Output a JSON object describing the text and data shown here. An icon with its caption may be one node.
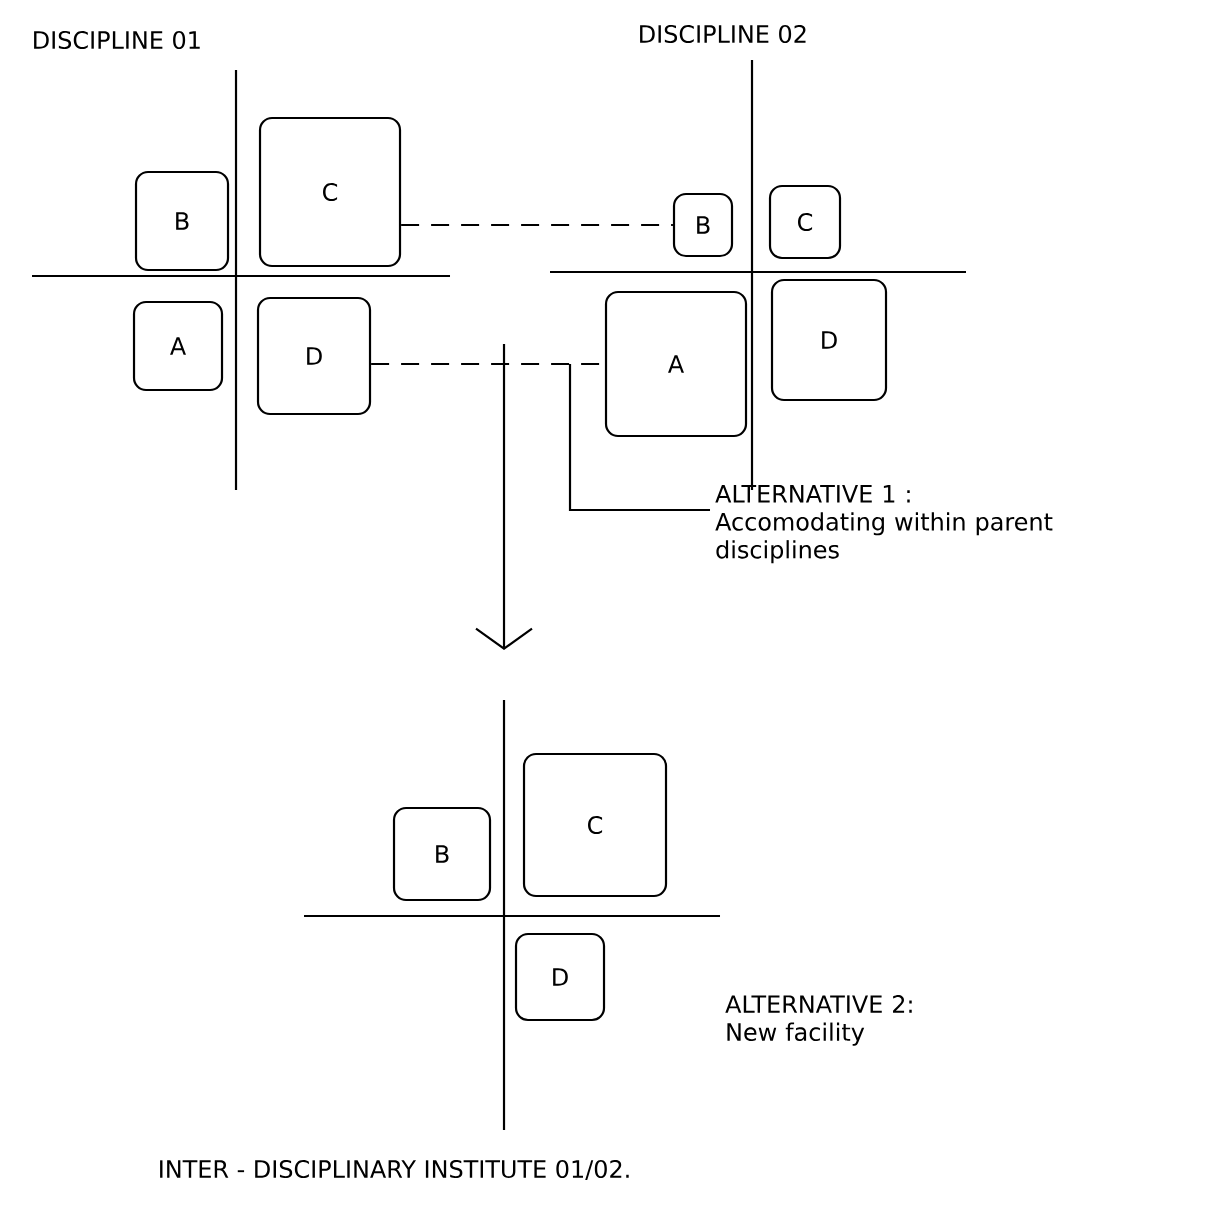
{
  "diagram": {
    "nodes": [
      {
        "text": [
          "B"
        ]
      },
      {
        "text": [
          "C"
        ]
      },
      {
        "text": [
          "A"
        ]
      },
      {
        "text": [
          "D"
        ]
      },
      {
        "text": [
          "B"
        ]
      },
      {
        "text": [
          "C"
        ]
      },
      {
        "text": [
          "A"
        ]
      },
      {
        "text": [
          "D"
        ]
      },
      {
        "text": [
          "ALTERNATIVE 1 :",
          "Accomodating within parent disciplines"
        ]
      },
      {
        "text": [
          "B"
        ]
      },
      {
        "text": [
          "C"
        ]
      },
      {
        "text": [
          "D"
        ]
      },
      {
        "text": [
          "ALTERNATIVE 2:",
          "New facility"
        ]
      }
    ],
    "edges": [
      {
        "from": 1,
        "to": 4,
        "arrow": "none",
        "style": "dashed"
      },
      {
        "from": 3,
        "to": 6,
        "arrow": "none",
        "style": "dashed"
      },
      {
        "from": 8,
        "to": null,
        "arrow": "none"
      }
    ],
    "labels": [
      "DISCIPLINE 01",
      "DISCIPLINE 02",
      "INTER - DISCIPLINARY INSTITUTE 01/02."
    ]
  }
}
